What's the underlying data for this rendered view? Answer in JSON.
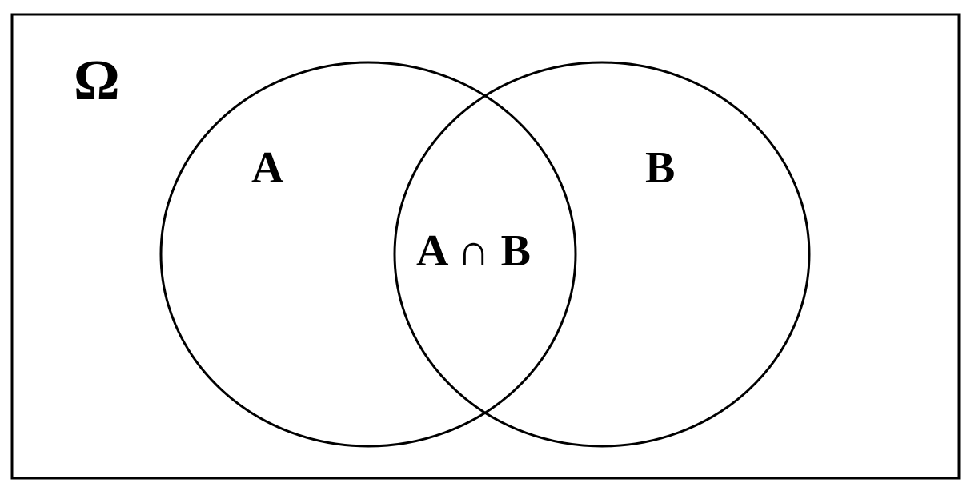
{
  "diagram": {
    "type": "venn",
    "universe_label": "Ω",
    "set_a_label": "A",
    "set_b_label": "B",
    "intersection_label": "A ∩ B",
    "stroke_color": "#000000",
    "background_color": "#ffffff"
  }
}
